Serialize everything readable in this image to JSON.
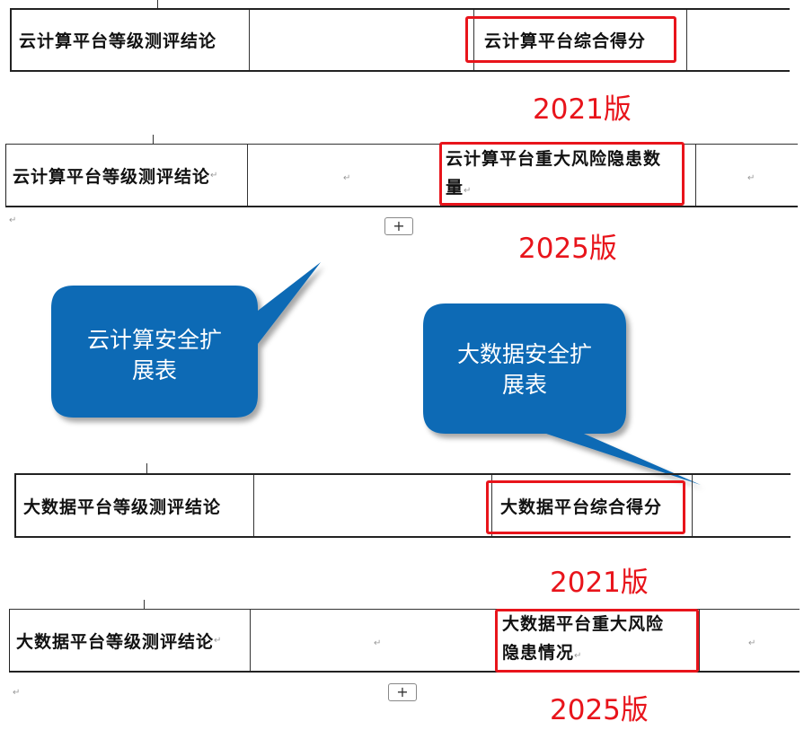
{
  "tables": {
    "cloud_2021": {
      "col1": "云计算平台等级测评结论",
      "col3": "云计算平台综合得分"
    },
    "cloud_2025": {
      "col1": "云计算平台等级测评结论",
      "col3_line1": "云计算平台重大风险隐患数",
      "col3_line2": "量"
    },
    "bigdata_2021": {
      "col1": "大数据平台等级测评结论",
      "col3": "大数据平台综合得分"
    },
    "bigdata_2025": {
      "col1": "大数据平台等级测评结论",
      "col3_line1": "大数据平台重大风险",
      "col3_line2": "隐患情况"
    }
  },
  "versions": {
    "v2021": "2021版",
    "v2025": "2025版"
  },
  "callouts": {
    "cloud": {
      "line1": "云计算安全扩",
      "line2": "展表"
    },
    "bigdata": {
      "line1": "大数据安全扩",
      "line2": "展表"
    }
  },
  "marks": {
    "paragraph": "↵",
    "add": "+"
  },
  "colors": {
    "highlight": "#e8141b",
    "callout_fill": "#0e6bb5"
  }
}
